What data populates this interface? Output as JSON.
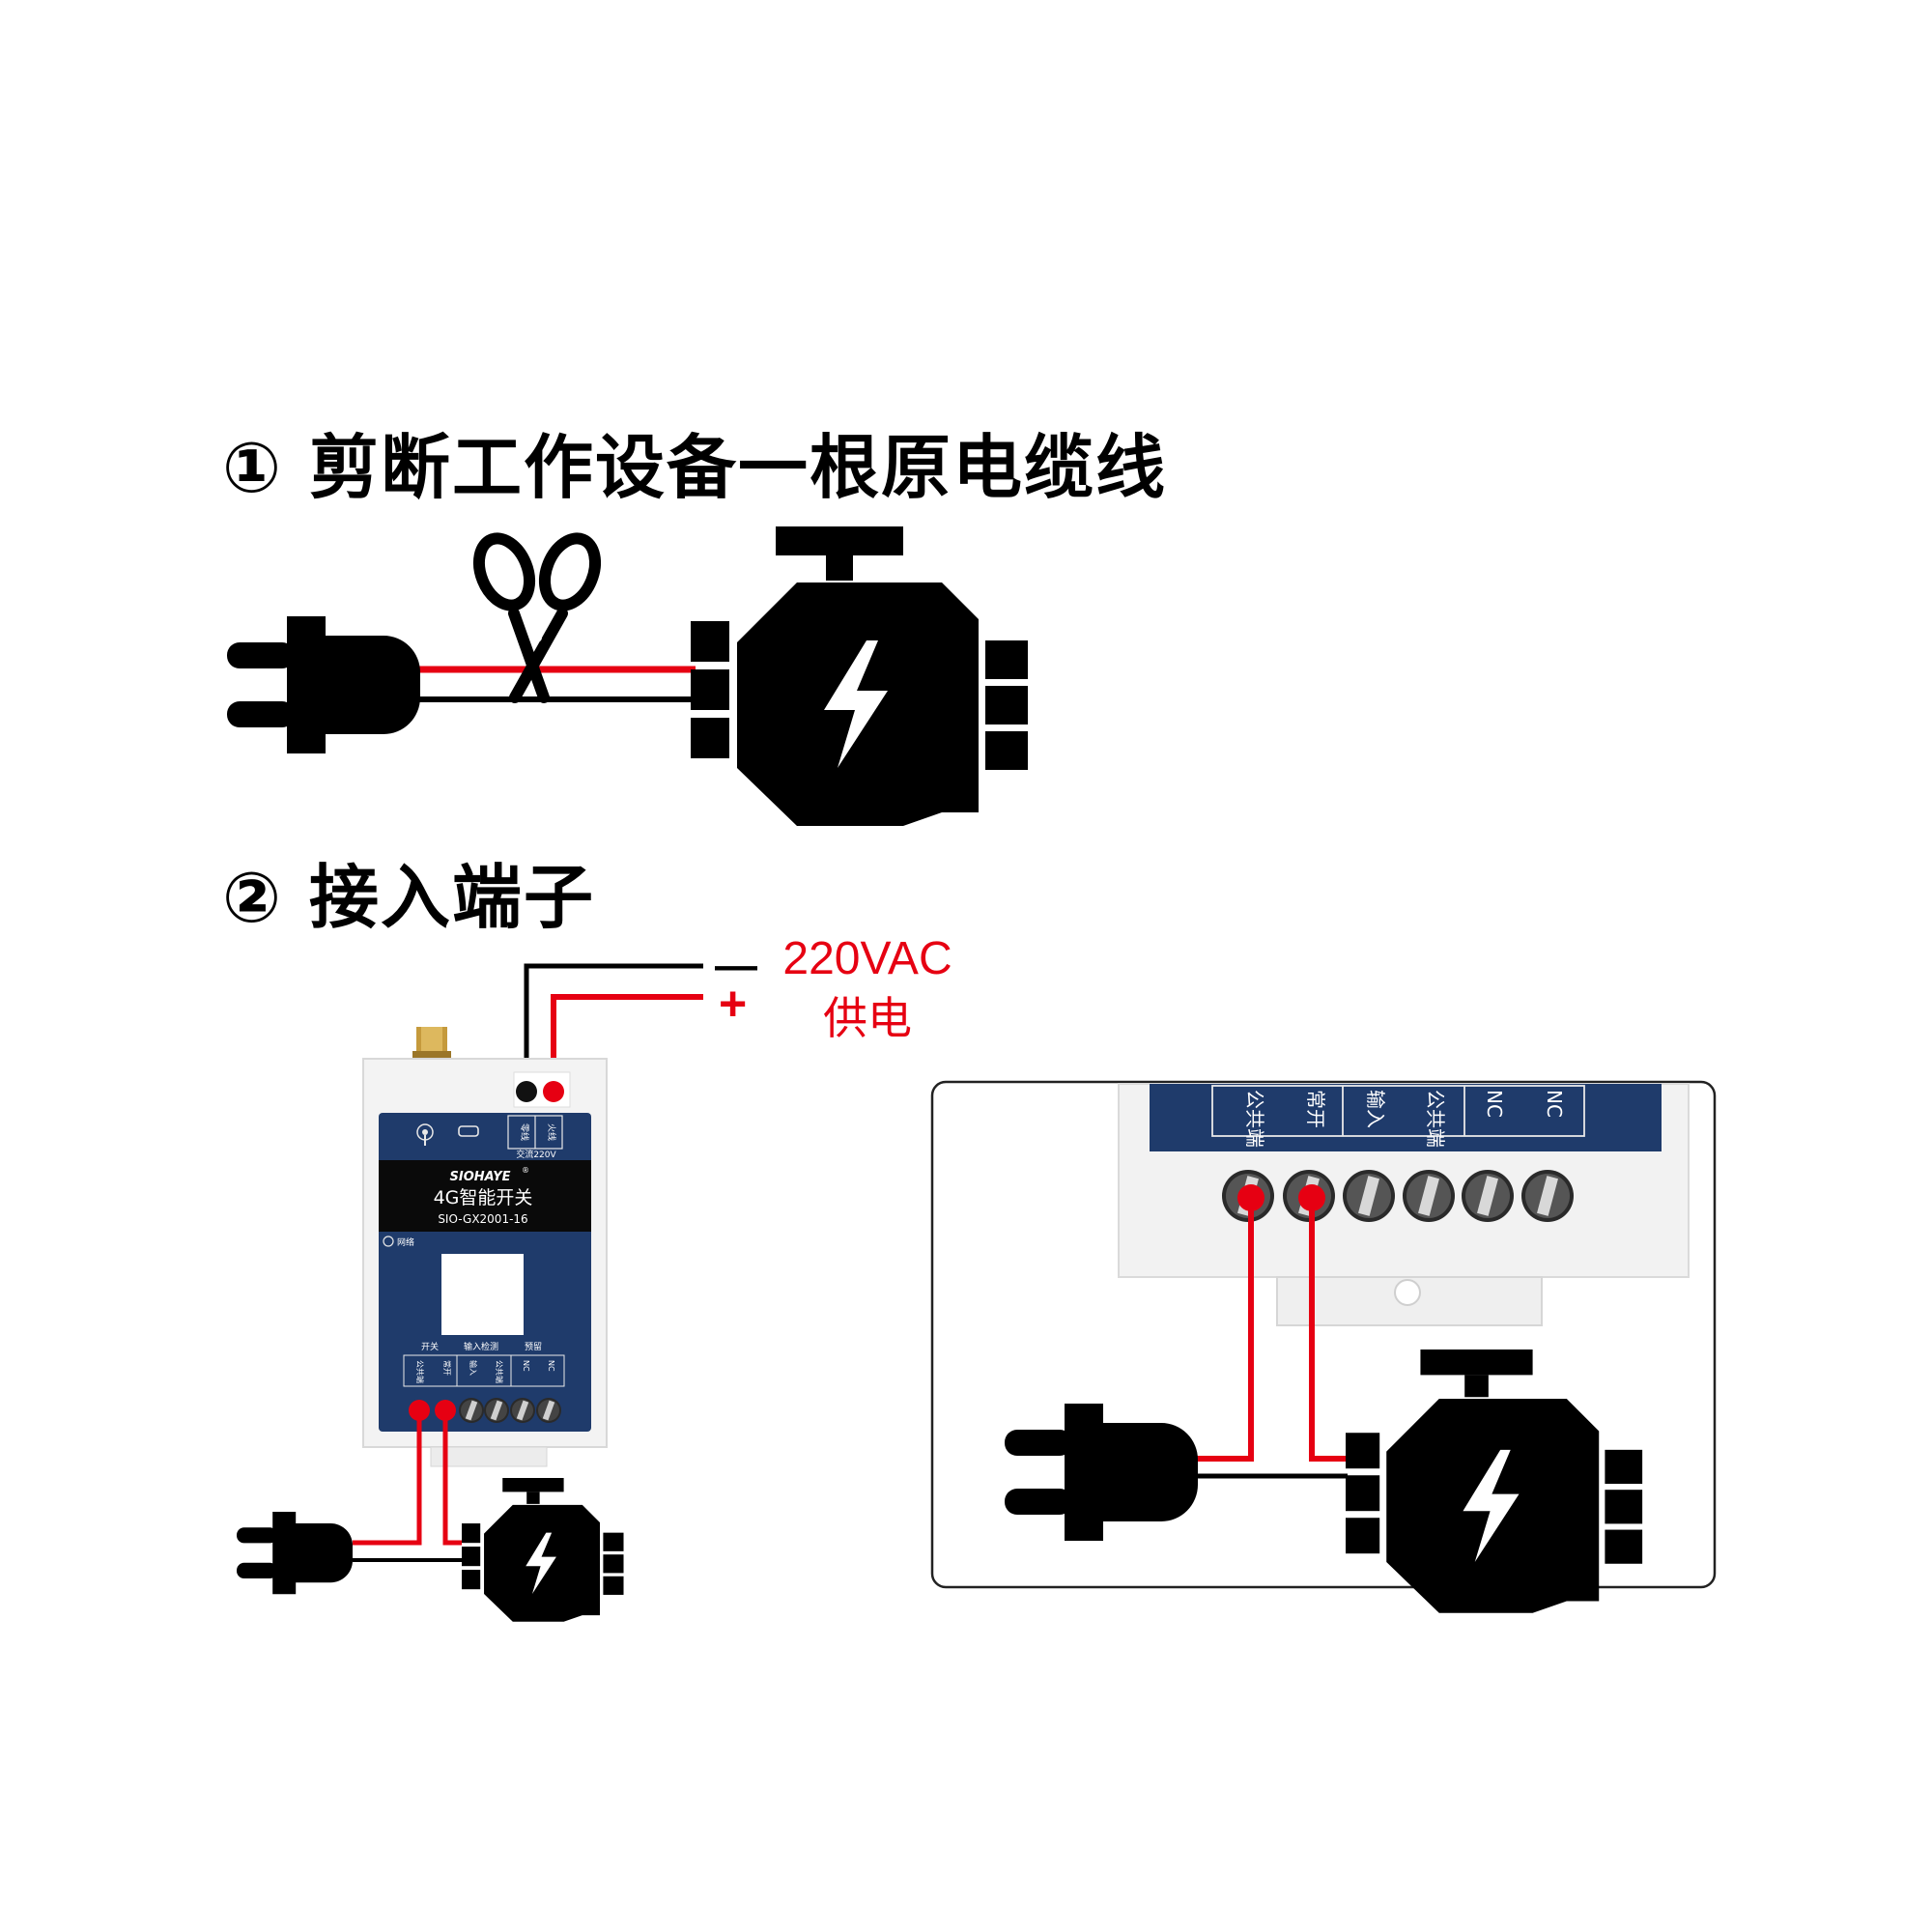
{
  "steps": [
    {
      "label": "① 剪断工作设备一根原电缆线"
    },
    {
      "label": "② 接入端子"
    }
  ],
  "supply": {
    "minus": "—",
    "plus": "+",
    "voltage": "220VAC",
    "caption": "供电"
  },
  "device": {
    "brand": "SIOHAYE",
    "registered": "®",
    "product_name": "4G智能开关",
    "model": "SIO-GX2001-16",
    "network_label": "网络",
    "power_terminals": [
      "零线",
      "火线"
    ],
    "power_caption": "交流220V",
    "group_labels": [
      "开关",
      "输入检测",
      "预留"
    ],
    "terminals": [
      "公共端",
      "常开",
      "输入",
      "公共端",
      "NC",
      "NC"
    ]
  },
  "closeup": {
    "terminals": [
      "公共端",
      "常开",
      "输入",
      "公共端",
      "NC",
      "NC"
    ]
  },
  "colors": {
    "live_wire": "#e60012",
    "neutral_wire": "#000000",
    "panel_blue": "#1f3b6b",
    "housing": "#f1f1f1"
  },
  "icons": [
    "plug-icon",
    "scissors-icon",
    "motor-icon",
    "lightning-icon",
    "antenna-icon",
    "signal-icon",
    "usb-port-icon",
    "screw-terminal-icon"
  ]
}
